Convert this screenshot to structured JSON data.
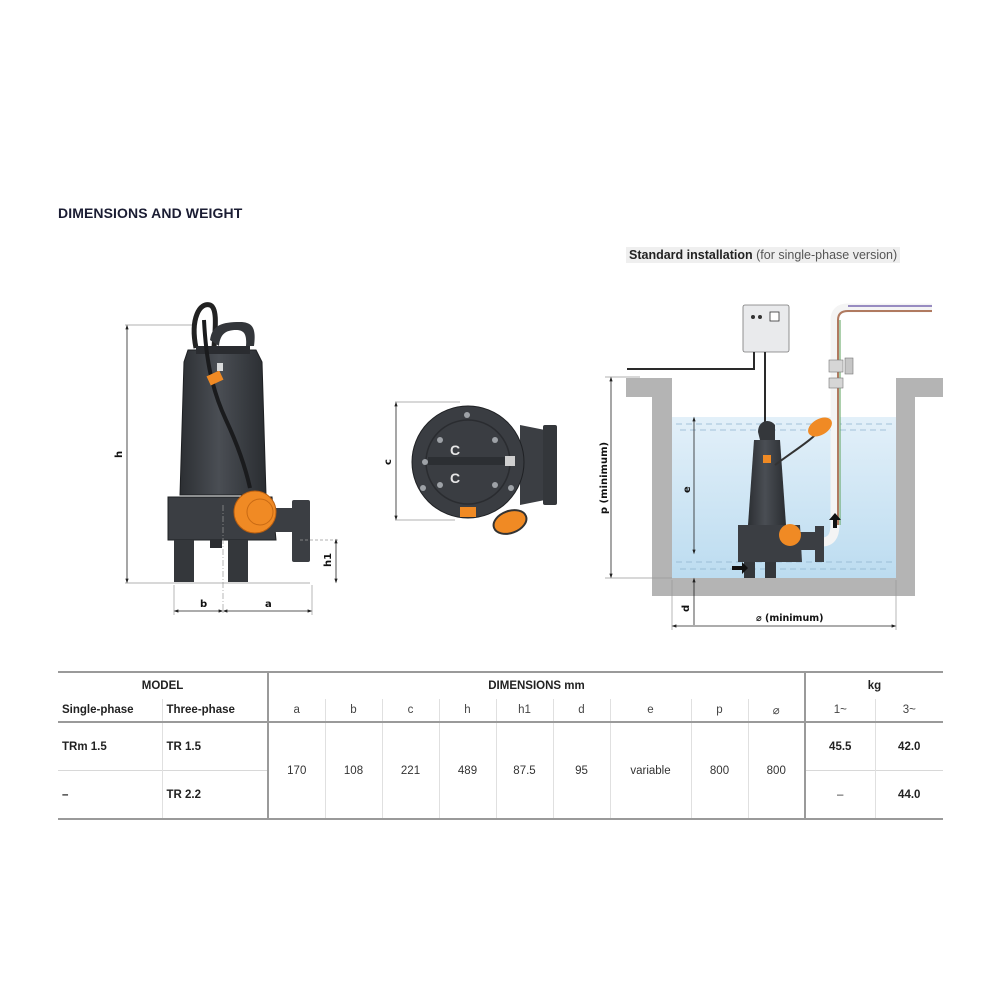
{
  "section_title": "DIMENSIONS AND WEIGHT",
  "installation": {
    "title_bold": "Standard installation",
    "title_sub": "(for single-phase version)",
    "labels": {
      "p": "p (minimum)",
      "e": "e",
      "d": "d",
      "width": "⌀ (minimum)"
    }
  },
  "side_view": {
    "labels": {
      "h": "h",
      "h1": "h1",
      "a": "a",
      "b": "b"
    }
  },
  "bottom_view": {
    "labels": {
      "c": "c"
    }
  },
  "colors": {
    "pump_body": "#3c3f44",
    "float_orange": "#f08a24",
    "water": "#cfe6f5",
    "concrete": "#b4b4b4",
    "table_rule": "#9a9a9a",
    "title": "#1b1d33"
  },
  "table": {
    "group_headers": {
      "model": "MODEL",
      "dimensions": "DIMENSIONS mm",
      "weight": "kg"
    },
    "columns": {
      "single_phase": "Single-phase",
      "three_phase": "Three-phase",
      "a": "a",
      "b": "b",
      "c": "c",
      "h": "h",
      "h1": "h1",
      "d": "d",
      "e": "e",
      "p": "p",
      "sq": "⌀",
      "w1": "1~",
      "w3": "3~"
    },
    "rows": [
      {
        "single_phase": "TRm 1.5",
        "three_phase": "TR 1.5",
        "w1": "45.5",
        "w3": "42.0"
      },
      {
        "single_phase": "–",
        "three_phase": "TR 2.2",
        "w1": "–",
        "w3": "44.0"
      }
    ],
    "shared_dimensions": {
      "a": "170",
      "b": "108",
      "c": "221",
      "h": "489",
      "h1": "87.5",
      "d": "95",
      "e": "variable",
      "p": "800",
      "sq": "800"
    }
  }
}
